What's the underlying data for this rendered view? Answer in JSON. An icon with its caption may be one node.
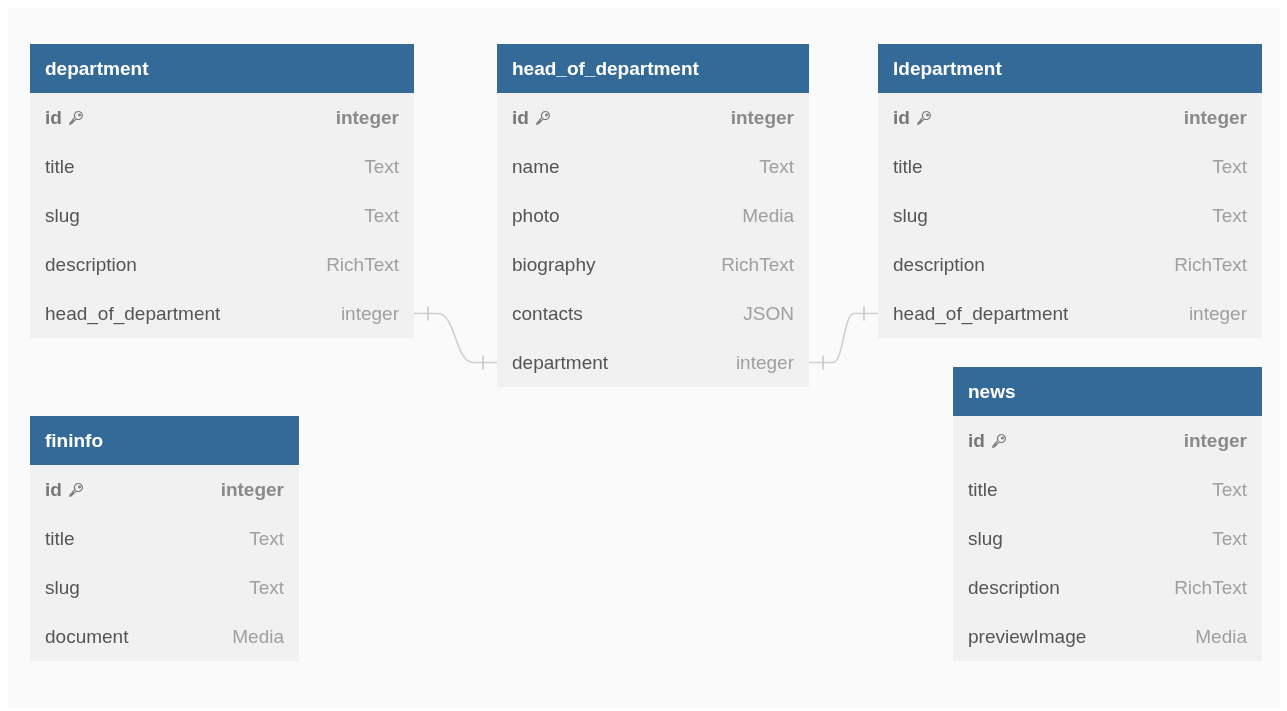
{
  "diagram": {
    "nodes": [
      {
        "text": [
          "department"
        ]
      },
      {
        "text": [
          "id",
          "integer"
        ],
        "in": 0
      },
      {
        "text": [
          "title",
          "Text"
        ],
        "in": 0
      },
      {
        "text": [
          "slug",
          "Text"
        ],
        "in": 0
      },
      {
        "text": [
          "description",
          "RichText"
        ],
        "in": 0
      },
      {
        "text": [
          "head_of_department",
          "integer"
        ],
        "in": 0
      },
      {
        "text": [
          "head_of_department"
        ]
      },
      {
        "text": [
          "id",
          "integer"
        ],
        "in": 6
      },
      {
        "text": [
          "name",
          "Text"
        ],
        "in": 6
      },
      {
        "text": [
          "photo",
          "Media"
        ],
        "in": 6
      },
      {
        "text": [
          "biography",
          "RichText"
        ],
        "in": 6
      },
      {
        "text": [
          "contacts",
          "JSON"
        ],
        "in": 6
      },
      {
        "text": [
          "department",
          "integer"
        ],
        "in": 6
      },
      {
        "text": [
          "ldepartment"
        ]
      },
      {
        "text": [
          "id",
          "integer"
        ],
        "in": 13
      },
      {
        "text": [
          "title",
          "Text"
        ],
        "in": 13
      },
      {
        "text": [
          "slug",
          "Text"
        ],
        "in": 13
      },
      {
        "text": [
          "description",
          "RichText"
        ],
        "in": 13
      },
      {
        "text": [
          "head_of_department",
          "integer"
        ],
        "in": 13
      },
      {
        "text": [
          "fininfo"
        ]
      },
      {
        "text": [
          "id",
          "integer"
        ],
        "in": 19
      },
      {
        "text": [
          "title",
          "Text"
        ],
        "in": 19
      },
      {
        "text": [
          "slug",
          "Text"
        ],
        "in": 19
      },
      {
        "text": [
          "document",
          "Media"
        ],
        "in": 19
      },
      {
        "text": [
          "news"
        ]
      },
      {
        "text": [
          "id",
          "integer"
        ],
        "in": 24
      },
      {
        "text": [
          "title",
          "Text"
        ],
        "in": 24
      },
      {
        "text": [
          "slug",
          "Text"
        ],
        "in": 24
      },
      {
        "text": [
          "description",
          "RichText"
        ],
        "in": 24
      },
      {
        "text": [
          "previewImage",
          "Media"
        ],
        "in": 24
      }
    ],
    "edges": [
      {
        "from": 5,
        "to": 12,
        "arrow": "other"
      },
      {
        "from": 12,
        "to": 18,
        "arrow": "other"
      }
    ]
  }
}
